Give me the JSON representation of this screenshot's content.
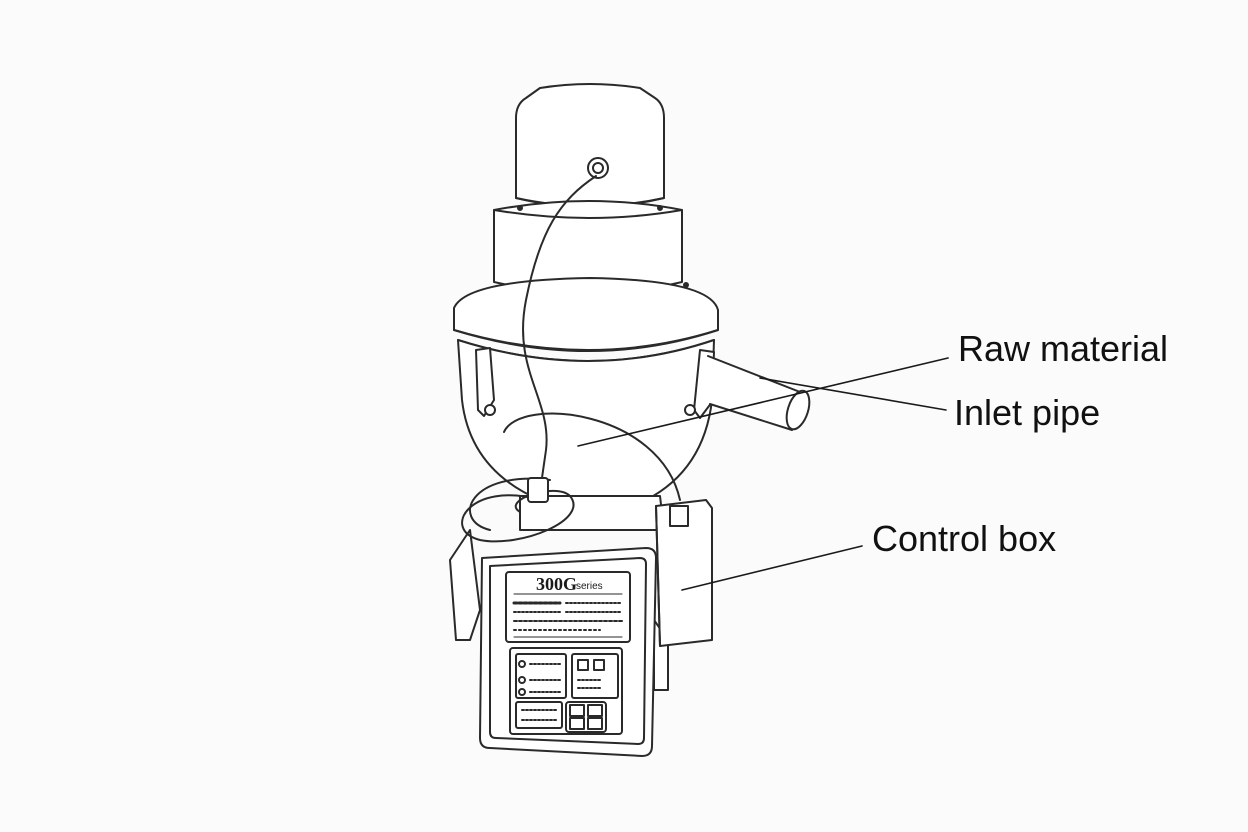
{
  "callouts": {
    "raw_material": "Raw material",
    "inlet_pipe": "Inlet pipe",
    "control_box": "Control box"
  },
  "panel": {
    "model": "300G",
    "series": "series"
  },
  "colors": {
    "line": "#2a2a2a",
    "background": "#fbfbfb"
  }
}
